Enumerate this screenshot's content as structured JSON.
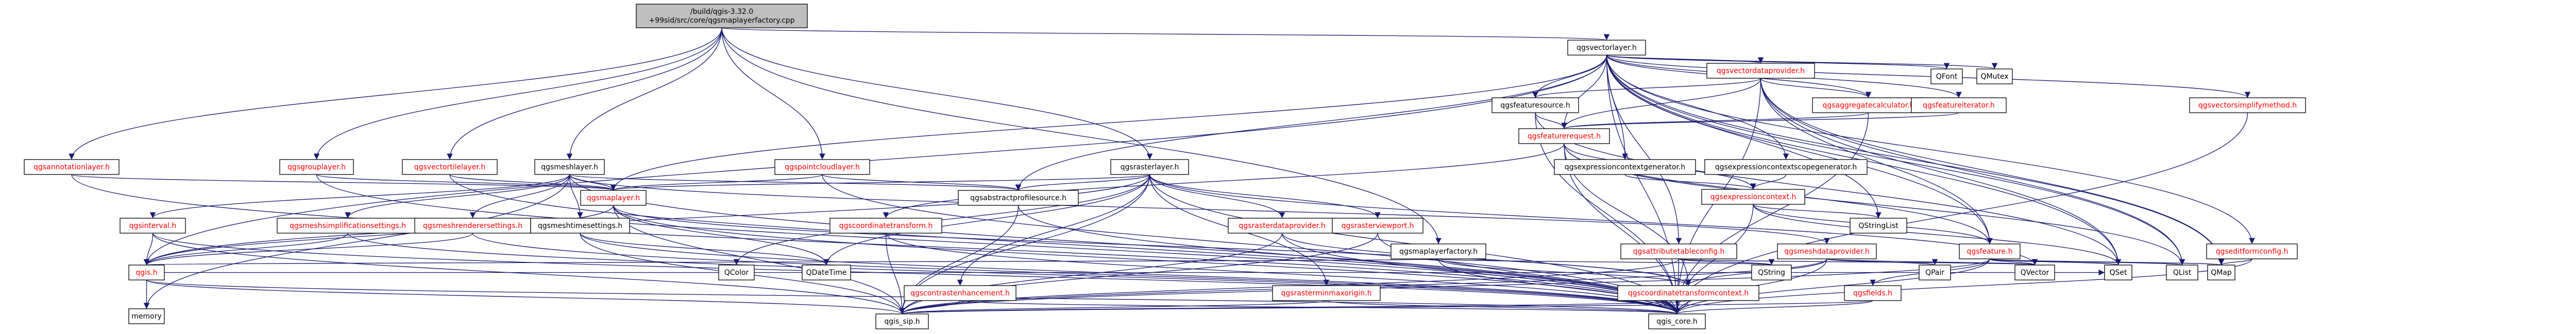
{
  "diagram": {
    "colors": {
      "edge": "#191970",
      "root_fill": "#bfbfbf",
      "node_fill": "#ffffff",
      "link_text": "#ff0000",
      "plain_text": "#000000"
    },
    "nodes": [
      {
        "id": "root",
        "lines": [
          "/build/qgis-3.32.0",
          "+99sid/src/core/qgsmaplayerfactory.cpp"
        ],
        "style": "root"
      },
      {
        "id": "qgsvectorlayer",
        "lines": [
          "qgsvectorlayer.h"
        ],
        "style": "plain"
      },
      {
        "id": "qgsannotationlayer",
        "lines": [
          "qgsannotationlayer.h"
        ],
        "style": "link"
      },
      {
        "id": "qgsgrouplayer",
        "lines": [
          "qgsgrouplayer.h"
        ],
        "style": "link"
      },
      {
        "id": "qgsvectortilelayer",
        "lines": [
          "qgsvectortilelayer.h"
        ],
        "style": "link"
      },
      {
        "id": "qgsmeshlayer",
        "lines": [
          "qgsmeshlayer.h"
        ],
        "style": "plain"
      },
      {
        "id": "qgspointcloudlayer",
        "lines": [
          "qgspointcloudlayer.h"
        ],
        "style": "link"
      },
      {
        "id": "qgsrasterlayer",
        "lines": [
          "qgsrasterlayer.h"
        ],
        "style": "plain"
      },
      {
        "id": "qgsmaplayerfactory",
        "lines": [
          "qgsmaplayerfactory.h"
        ],
        "style": "plain"
      },
      {
        "id": "qgsvectordataprovider",
        "lines": [
          "qgsvectordataprovider.h"
        ],
        "style": "link"
      },
      {
        "id": "qfont",
        "lines": [
          "QFont"
        ],
        "style": "plain"
      },
      {
        "id": "qmutex",
        "lines": [
          "QMutex"
        ],
        "style": "plain"
      },
      {
        "id": "qgsfeaturesource",
        "lines": [
          "qgsfeaturesource.h"
        ],
        "style": "plain"
      },
      {
        "id": "qgsaggregatecalculator",
        "lines": [
          "qgsaggregatecalculator.h"
        ],
        "style": "link"
      },
      {
        "id": "qgsfeatureiterator",
        "lines": [
          "qgsfeatureiterator.h"
        ],
        "style": "link"
      },
      {
        "id": "qgsvectorsimplifymethod",
        "lines": [
          "qgsvectorsimplifymethod.h"
        ],
        "style": "link"
      },
      {
        "id": "qgsfeaturerequest",
        "lines": [
          "qgsfeaturerequest.h"
        ],
        "style": "link"
      },
      {
        "id": "qgsexpressioncontextgenerator",
        "lines": [
          "qgsexpressioncontextgenerator.h"
        ],
        "style": "plain"
      },
      {
        "id": "qgsexpressioncontextscopegenerator",
        "lines": [
          "qgsexpressioncontextscopegenerator.h"
        ],
        "style": "plain"
      },
      {
        "id": "qgsexpressioncontext",
        "lines": [
          "qgsexpressioncontext.h"
        ],
        "style": "link"
      },
      {
        "id": "qgseditformconfig",
        "lines": [
          "qgseditformconfig.h"
        ],
        "style": "link"
      },
      {
        "id": "qstringlist",
        "lines": [
          "QStringList"
        ],
        "style": "plain"
      },
      {
        "id": "qgsmaplayer",
        "lines": [
          "qgsmaplayer.h"
        ],
        "style": "link"
      },
      {
        "id": "qgsabstractprofilesource",
        "lines": [
          "qgsabstractprofilesource.h"
        ],
        "style": "plain"
      },
      {
        "id": "qgsinterval",
        "lines": [
          "qgsinterval.h"
        ],
        "style": "link"
      },
      {
        "id": "qgsmeshsimplificationsettings",
        "lines": [
          "qgsmeshsimplificationsettings.h"
        ],
        "style": "link"
      },
      {
        "id": "qgsmeshrenderersettings",
        "lines": [
          "qgsmeshrenderersettings.h"
        ],
        "style": "link"
      },
      {
        "id": "qgsmeshtimesettings",
        "lines": [
          "qgsmeshtimesettings.h"
        ],
        "style": "plain"
      },
      {
        "id": "qgscoordinatetransform",
        "lines": [
          "qgscoordinatetransform.h"
        ],
        "style": "link"
      },
      {
        "id": "qgsrasterdataprovider",
        "lines": [
          "qgsrasterdataprovider.h"
        ],
        "style": "link"
      },
      {
        "id": "qgsrasterviewport",
        "lines": [
          "qgsrasterviewport.h"
        ],
        "style": "link"
      },
      {
        "id": "qgsattributetableconfig",
        "lines": [
          "qgsattributetableconfig.h"
        ],
        "style": "link"
      },
      {
        "id": "qgsmeshdataprovider",
        "lines": [
          "qgsmeshdataprovider.h"
        ],
        "style": "link"
      },
      {
        "id": "qgsfeature",
        "lines": [
          "qgsfeature.h"
        ],
        "style": "link"
      },
      {
        "id": "qgscontrastenhancement",
        "lines": [
          "qgscontrastenhancement.h"
        ],
        "style": "link"
      },
      {
        "id": "qgsrasterminmaxorigin",
        "lines": [
          "qgsrasterminmaxorigin.h"
        ],
        "style": "link"
      },
      {
        "id": "qgscoordinatetransformcontext",
        "lines": [
          "qgscoordinatetransformcontext.h"
        ],
        "style": "link"
      },
      {
        "id": "qgsfields",
        "lines": [
          "qgsfields.h"
        ],
        "style": "link"
      },
      {
        "id": "qgsh",
        "lines": [
          "qgis.h"
        ],
        "style": "link"
      },
      {
        "id": "memory",
        "lines": [
          "memory"
        ],
        "style": "plain"
      },
      {
        "id": "qcolor",
        "lines": [
          "QColor"
        ],
        "style": "plain"
      },
      {
        "id": "qdatetime",
        "lines": [
          "QDateTime"
        ],
        "style": "plain"
      },
      {
        "id": "qstring",
        "lines": [
          "QString"
        ],
        "style": "plain"
      },
      {
        "id": "qpair",
        "lines": [
          "QPair"
        ],
        "style": "plain"
      },
      {
        "id": "qvector",
        "lines": [
          "QVector"
        ],
        "style": "plain"
      },
      {
        "id": "qset",
        "lines": [
          "QSet"
        ],
        "style": "plain"
      },
      {
        "id": "qlist",
        "lines": [
          "QList"
        ],
        "style": "plain"
      },
      {
        "id": "qmap",
        "lines": [
          "QMap"
        ],
        "style": "plain"
      },
      {
        "id": "qgis_sip",
        "lines": [
          "qgis_sip.h"
        ],
        "style": "plain"
      },
      {
        "id": "qgis_core",
        "lines": [
          "qgis_core.h"
        ],
        "style": "plain"
      }
    ],
    "edges": [
      [
        "root",
        "qgsvectorlayer"
      ],
      [
        "root",
        "qgsannotationlayer"
      ],
      [
        "root",
        "qgsgrouplayer"
      ],
      [
        "root",
        "qgsvectortilelayer"
      ],
      [
        "root",
        "qgsmeshlayer"
      ],
      [
        "root",
        "qgspointcloudlayer"
      ],
      [
        "root",
        "qgsrasterlayer"
      ],
      [
        "root",
        "qgsmaplayerfactory"
      ],
      [
        "qgsvectorlayer",
        "qgsvectordataprovider"
      ],
      [
        "qgsvectorlayer",
        "qfont"
      ],
      [
        "qgsvectorlayer",
        "qmutex"
      ],
      [
        "qgsvectorlayer",
        "qgsfeaturesource"
      ],
      [
        "qgsvectorlayer",
        "qgsaggregatecalculator"
      ],
      [
        "qgsvectorlayer",
        "qgsfeatureiterator"
      ],
      [
        "qgsvectorlayer",
        "qgsvectorsimplifymethod"
      ],
      [
        "qgsvectorlayer",
        "qgsfeaturerequest"
      ],
      [
        "qgsvectorlayer",
        "qgsexpressioncontextgenerator"
      ],
      [
        "qgsvectorlayer",
        "qgsexpressioncontextscopegenerator"
      ],
      [
        "qgsvectorlayer",
        "qgseditformconfig"
      ],
      [
        "qgsvectorlayer",
        "qgsmaplayer"
      ],
      [
        "qgsvectorlayer",
        "qgsabstractprofilesource"
      ],
      [
        "qgsvectorlayer",
        "qgsattributetableconfig"
      ],
      [
        "qgsvectorlayer",
        "qgsfeature"
      ],
      [
        "qgsvectorlayer",
        "qstringlist"
      ],
      [
        "qgsvectorlayer",
        "qset"
      ],
      [
        "qgsvectorlayer",
        "qlist"
      ],
      [
        "qgsvectorlayer",
        "qmap"
      ],
      [
        "qgsvectorlayer",
        "qgis_core"
      ],
      [
        "qgsvectorlayer",
        "qgsh"
      ],
      [
        "qgsvectordataprovider",
        "qgsfeaturesource"
      ],
      [
        "qgsvectordataprovider",
        "qgsaggregatecalculator"
      ],
      [
        "qgsvectordataprovider",
        "qgsfeaturerequest"
      ],
      [
        "qgsvectordataprovider",
        "qgsfeature"
      ],
      [
        "qgsvectordataprovider",
        "qset"
      ],
      [
        "qgsvectordataprovider",
        "qlist"
      ],
      [
        "qgsvectordataprovider",
        "qmap"
      ],
      [
        "qgsvectordataprovider",
        "qgis_core"
      ],
      [
        "qgsfeaturesource",
        "qgsfeaturerequest"
      ],
      [
        "qgsfeaturesource",
        "qset"
      ],
      [
        "qgsfeaturesource",
        "qgis_core"
      ],
      [
        "qgsaggregatecalculator",
        "qgsfeaturerequest"
      ],
      [
        "qgsaggregatecalculator",
        "qgis_core"
      ],
      [
        "qgsfeatureiterator",
        "qgsfeaturerequest"
      ],
      [
        "qgsvectorsimplifymethod",
        "qgis_core"
      ],
      [
        "qgsfeaturerequest",
        "qgsexpressioncontext"
      ],
      [
        "qgsfeaturerequest",
        "qgsfeature"
      ],
      [
        "qgsfeaturerequest",
        "qgscoordinatetransform"
      ],
      [
        "qgsfeaturerequest",
        "qgscoordinatetransformcontext"
      ],
      [
        "qgsfeaturerequest",
        "qlist"
      ],
      [
        "qgsfeaturerequest",
        "qgis_core"
      ],
      [
        "qgsexpressioncontextgenerator",
        "qgsexpressioncontext"
      ],
      [
        "qgsexpressioncontextscopegenerator",
        "qgsexpressioncontext"
      ],
      [
        "qgsexpressioncontext",
        "qstringlist"
      ],
      [
        "qgsexpressioncontext",
        "qset"
      ],
      [
        "qgsexpressioncontext",
        "qgsfeature"
      ],
      [
        "qgsexpressioncontext",
        "qgis_core"
      ],
      [
        "qgseditformconfig",
        "qmap"
      ],
      [
        "qgseditformconfig",
        "qgis_core"
      ],
      [
        "qgsannotationlayer",
        "qgsmaplayer"
      ],
      [
        "qgsannotationlayer",
        "qgis_core"
      ],
      [
        "qgsgrouplayer",
        "qgsmaplayer"
      ],
      [
        "qgsgrouplayer",
        "qgis_core"
      ],
      [
        "qgsvectortilelayer",
        "qgsmaplayer"
      ],
      [
        "qgsvectortilelayer",
        "qgis_core"
      ],
      [
        "qgsmeshlayer",
        "qgsmaplayer"
      ],
      [
        "qgsmeshlayer",
        "qgsinterval"
      ],
      [
        "qgsmeshlayer",
        "qgsmeshsimplificationsettings"
      ],
      [
        "qgsmeshlayer",
        "qgsmeshrenderersettings"
      ],
      [
        "qgsmeshlayer",
        "qgsmeshtimesettings"
      ],
      [
        "qgsmeshlayer",
        "qgsabstractprofilesource"
      ],
      [
        "qgsmeshlayer",
        "qgsmeshdataprovider"
      ],
      [
        "qgsmeshlayer",
        "memory"
      ],
      [
        "qgsmeshlayer",
        "qgis_core"
      ],
      [
        "qgspointcloudlayer",
        "qgsmaplayer"
      ],
      [
        "qgspointcloudlayer",
        "qgsabstractprofilesource"
      ],
      [
        "qgspointcloudlayer",
        "qgis_core"
      ],
      [
        "qgsrasterlayer",
        "qgsmaplayer"
      ],
      [
        "qgsrasterlayer",
        "qgsabstractprofilesource"
      ],
      [
        "qgsrasterlayer",
        "qgsrasterdataprovider"
      ],
      [
        "qgsrasterlayer",
        "qgsrasterviewport"
      ],
      [
        "qgsrasterlayer",
        "qgscontrastenhancement"
      ],
      [
        "qgsrasterlayer",
        "qgsrasterminmaxorigin"
      ],
      [
        "qgsrasterlayer",
        "qcolor"
      ],
      [
        "qgsrasterlayer",
        "qdatetime"
      ],
      [
        "qgsrasterlayer",
        "qvector"
      ],
      [
        "qgsrasterlayer",
        "qgis_core"
      ],
      [
        "qgsrasterlayer",
        "qgis_sip"
      ],
      [
        "qgsrasterlayer",
        "qgsh"
      ],
      [
        "qgsmaplayerfactory",
        "qgscoordinatetransformcontext"
      ],
      [
        "qgsmaplayerfactory",
        "qstring"
      ],
      [
        "qgsmaplayerfactory",
        "qgis_core"
      ],
      [
        "qgsmaplayerfactory",
        "qgsh"
      ],
      [
        "qgsmaplayer",
        "qgsh"
      ],
      [
        "qgsmaplayer",
        "qgscoordinatetransformcontext"
      ],
      [
        "qgsmaplayer",
        "qdatetime"
      ],
      [
        "qgsmaplayer",
        "qgis_core"
      ],
      [
        "qgsmaplayer",
        "qgis_sip"
      ],
      [
        "qgsabstractprofilesource",
        "qgis_core"
      ],
      [
        "qgsabstractprofilesource",
        "qgis_sip"
      ],
      [
        "qgsinterval",
        "qgsh"
      ],
      [
        "qgsinterval",
        "qgis_core"
      ],
      [
        "qgsinterval",
        "qgis_sip"
      ],
      [
        "qgsmeshsimplificationsettings",
        "qgsh"
      ],
      [
        "qgsmeshsimplificationsettings",
        "qgis_core"
      ],
      [
        "qgsmeshrenderersettings",
        "qgsh"
      ],
      [
        "qgsmeshrenderersettings",
        "qgis_core"
      ],
      [
        "qgsmeshtimesettings",
        "qdatetime"
      ],
      [
        "qgsmeshtimesettings",
        "qgis_core"
      ],
      [
        "qgsmeshtimesettings",
        "qgis_sip"
      ],
      [
        "qgscoordinatetransform",
        "qgis_core"
      ],
      [
        "qgscoordinatetransform",
        "qgis_sip"
      ],
      [
        "qgsrasterdataprovider",
        "qgis_core"
      ],
      [
        "qgsrasterdataprovider",
        "qgis_sip"
      ],
      [
        "qgsrasterdataprovider",
        "qgscoordinatetransformcontext"
      ],
      [
        "qgsrasterviewport",
        "qgis_core"
      ],
      [
        "qgsrasterviewport",
        "qgis_sip"
      ],
      [
        "qgsattributetableconfig",
        "qstring"
      ],
      [
        "qgsattributetableconfig",
        "qvector"
      ],
      [
        "qgsattributetableconfig",
        "qgis_core"
      ],
      [
        "qgsattributetableconfig",
        "qgis_sip"
      ],
      [
        "qgsmeshdataprovider",
        "qpair"
      ],
      [
        "qgsmeshdataprovider",
        "qvector"
      ],
      [
        "qgsmeshdataprovider",
        "qgis_core"
      ],
      [
        "qgsmeshdataprovider",
        "qgis_sip"
      ],
      [
        "qgsmeshdataprovider",
        "qgscoordinatetransformcontext"
      ],
      [
        "qgsfeature",
        "qgsfields"
      ],
      [
        "qgsfeature",
        "qset"
      ],
      [
        "qgsfeature",
        "qlist"
      ],
      [
        "qgsfeature",
        "qmap"
      ],
      [
        "qgsfeature",
        "qvector"
      ],
      [
        "qgsfeature",
        "qgis_core"
      ],
      [
        "qgsfeature",
        "qgis_sip"
      ],
      [
        "qgscontrastenhancement",
        "qgis_core"
      ],
      [
        "qgscontrastenhancement",
        "qgis_sip"
      ],
      [
        "qgsrasterminmaxorigin",
        "qgis_core"
      ],
      [
        "qgsrasterminmaxorigin",
        "qgis_sip"
      ],
      [
        "qgscoordinatetransformcontext",
        "qgis_core"
      ],
      [
        "qgscoordinatetransformcontext",
        "qgis_sip"
      ],
      [
        "qgsfields",
        "qgis_core"
      ],
      [
        "qgsfields",
        "qgis_sip"
      ],
      [
        "qgsh",
        "memory"
      ],
      [
        "qgsh",
        "qgis_core"
      ],
      [
        "qgsh",
        "qgis_sip"
      ],
      [
        "qgsh",
        "qset"
      ]
    ]
  }
}
